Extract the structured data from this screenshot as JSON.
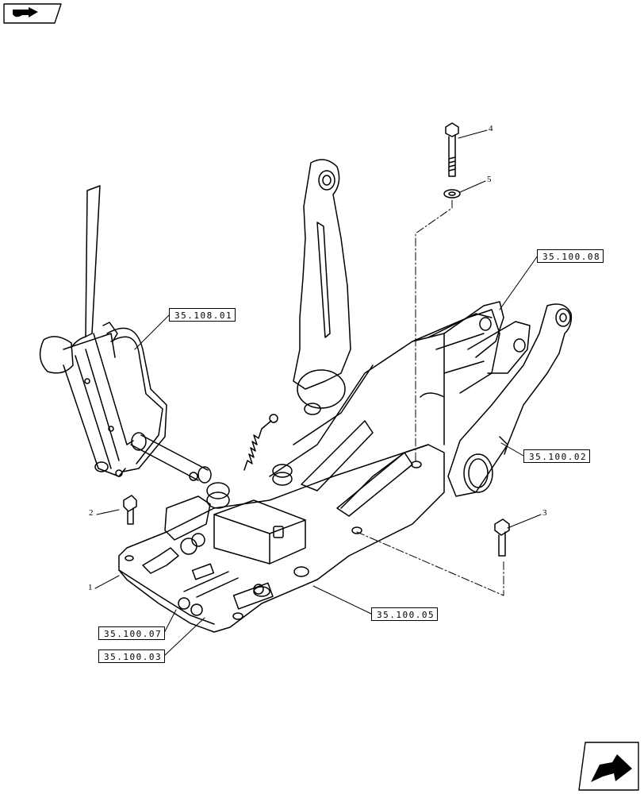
{
  "refs": {
    "r_35_108_01": "35.108.01",
    "r_35_100_08": "35.100.08",
    "r_35_100_02": "35.100.02",
    "r_35_100_05": "35.100.05",
    "r_35_100_07": "35.100.07",
    "r_35_100_03": "35.100.03"
  },
  "callouts": {
    "c1": "1",
    "c2": "2",
    "c3": "3",
    "c4": "4",
    "c5": "5"
  },
  "icons": {
    "top_left": "book-arrow-icon",
    "bottom_right": "next-page-arrow-icon"
  },
  "colors": {
    "line": "#000000",
    "background": "#ffffff"
  }
}
